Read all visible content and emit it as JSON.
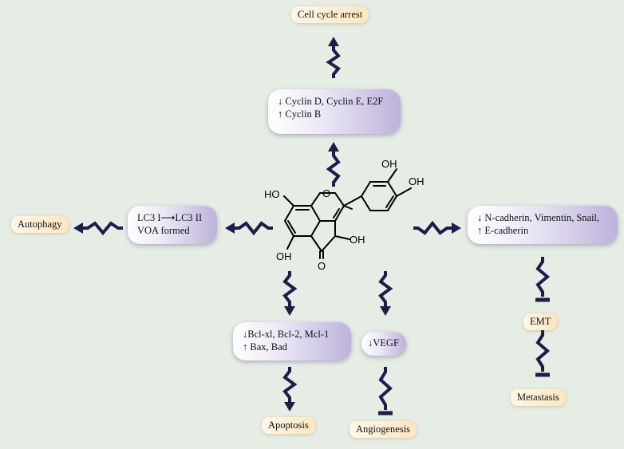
{
  "molecule": {
    "oh_labels": [
      "OH",
      "OH",
      "HO",
      "OH",
      "OH"
    ],
    "ring_o": "O",
    "carbonyl_o": "O"
  },
  "boxes": {
    "cyclin": [
      "↓ Cyclin D, Cyclin E, E2F",
      "↑ Cyclin B"
    ],
    "lc3": [
      "LC3 I⟶LC3 II",
      "VOA formed"
    ],
    "cadherin": [
      "↓ N-cadherin, Vimentin, Snail,",
      "↑ E-cadherin"
    ],
    "bcl": [
      "↓Bcl-xl, Bcl-2, Mcl-1",
      "↑ Bax, Bad"
    ],
    "vegf": [
      "↓VEGF"
    ]
  },
  "outcomes": {
    "cell_cycle_arrest": "Cell cycle arrest",
    "autophagy": "Autophagy",
    "emt": "EMT",
    "metastasis": "Metastasis",
    "apoptosis": "Apoptosis",
    "angiogenesis": "Angiogenesis"
  },
  "colors": {
    "background": "#e6ede5",
    "arrow": "#1b1d4a",
    "box_gradient_end": "#bdb2dc",
    "label_gradient_end": "#fde6bf"
  }
}
